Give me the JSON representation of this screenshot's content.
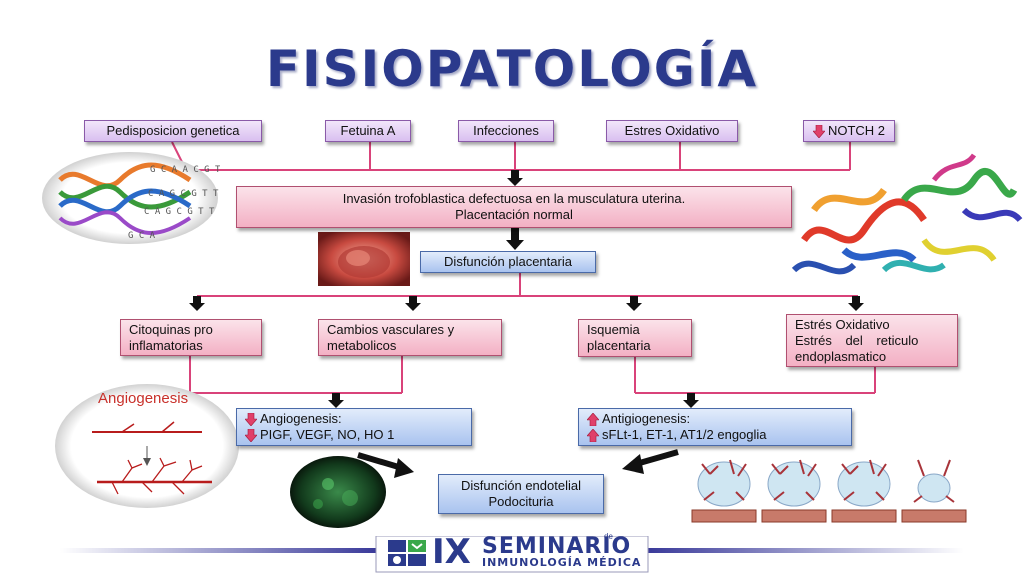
{
  "title": "FISIOPATOLOGÍA",
  "top_row": {
    "genetic": "Pedisposicion genetica",
    "fetuin": "Fetuina A",
    "infections": "Infecciones",
    "oxidative": "Estres Oxidativo",
    "notch": "NOTCH 2"
  },
  "invasion": {
    "line1": "Invasión trofoblastica defectuosa en la musculatura uterina.",
    "line2": "Placentación normal"
  },
  "placental_dysfunction": "Disfunción placentaria",
  "middle_row": {
    "cytokines": [
      "Citoquinas pro",
      "inflamatorias"
    ],
    "vascular": [
      "Cambios vasculares y",
      "metabolicos"
    ],
    "ischemia": [
      "Isquemia",
      "placentaria"
    ],
    "stress": [
      "Estrés Oxidativo",
      "Estrés del reticulo",
      "endoplasmatico"
    ]
  },
  "angiogenesis": {
    "title": "Angiogenesis:",
    "factors": "PIGF, VEGF, NO, HO 1"
  },
  "antiangiogenesis": {
    "title": "Antigiogenesis:",
    "factors": "sFLt-1, ET-1, AT1/2 engoglia"
  },
  "endothelial": {
    "line1": "Disfunción endotelial",
    "line2": "Podocituria"
  },
  "image_labels": {
    "dna_letters": [
      "G C A A C G T",
      "C A G C G T T A G",
      "C A G C G T T A G",
      "G C A"
    ],
    "angiogenesis_label": "Angiogenesis"
  },
  "footer": {
    "roman": "IX",
    "de": "de",
    "seminar": "SEMINARIO",
    "subtitle": "INMUNOLOGÍA MÉDICA"
  },
  "colors": {
    "title": "#2b3a8c",
    "connector": "#d9437a",
    "down_arrow": "#e0406a",
    "up_arrow": "#e0406a",
    "purple_box": "#d9bff0",
    "pink_box": "#f3b0c4",
    "blue_box": "#a9c3ef"
  }
}
